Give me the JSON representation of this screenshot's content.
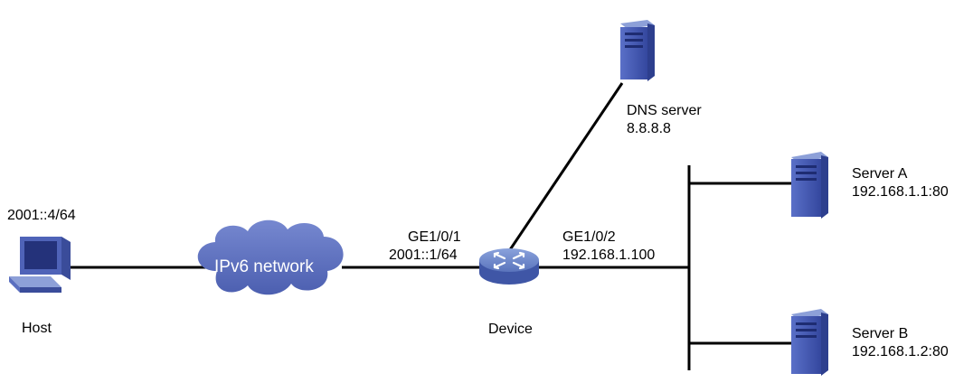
{
  "host": {
    "label": "Host",
    "address": "2001::4/64"
  },
  "cloud": {
    "label": "IPv6 network",
    "color": "#5a6fc0"
  },
  "device": {
    "label": "Device",
    "port1": {
      "name": "GE1/0/1",
      "address": "2001::1/64"
    },
    "port2": {
      "name": "GE1/0/2",
      "address": "192.168.1.100"
    }
  },
  "dns_server": {
    "name": "DNS server",
    "address": "8.8.8.8"
  },
  "server_a": {
    "name": "Server A",
    "address": "192.168.1.1:80"
  },
  "server_b": {
    "name": "Server B",
    "address": "192.168.1.2:80"
  },
  "colors": {
    "device_blue": "#6a86c8",
    "server_blue": "#3f55b4",
    "line": "#000000"
  }
}
